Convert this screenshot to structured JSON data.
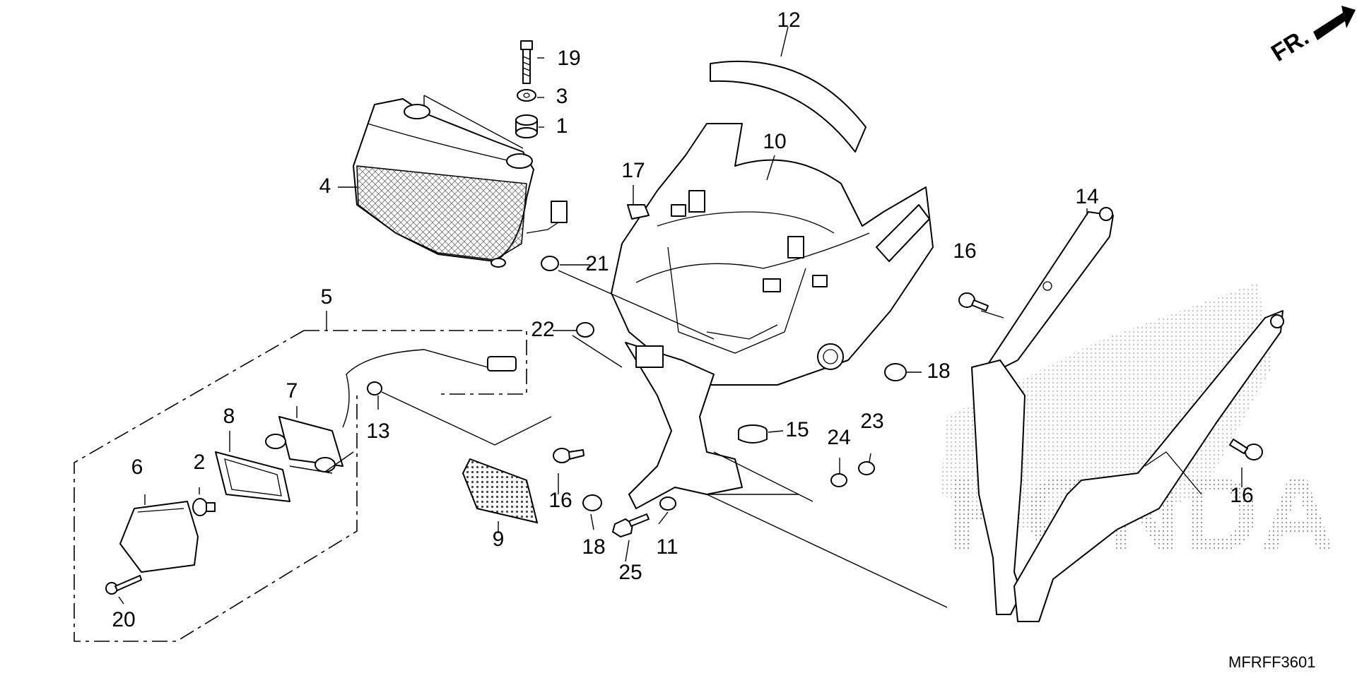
{
  "diagram_code": "MFRFF3601",
  "direction_label": "FR.",
  "watermark": "HONDA",
  "callouts": {
    "c1": "1",
    "c2": "2",
    "c3": "3",
    "c4": "4",
    "c5": "5",
    "c6": "6",
    "c7": "7",
    "c8": "8",
    "c9": "9",
    "c10": "10",
    "c11": "11",
    "c12": "12",
    "c13": "13",
    "c14": "14",
    "c15": "15",
    "c16a": "16",
    "c16b": "16",
    "c16c": "16",
    "c17": "17",
    "c18a": "18",
    "c18b": "18",
    "c19": "19",
    "c20": "20",
    "c21": "21",
    "c22": "22",
    "c23": "23",
    "c24": "24",
    "c25": "25"
  }
}
